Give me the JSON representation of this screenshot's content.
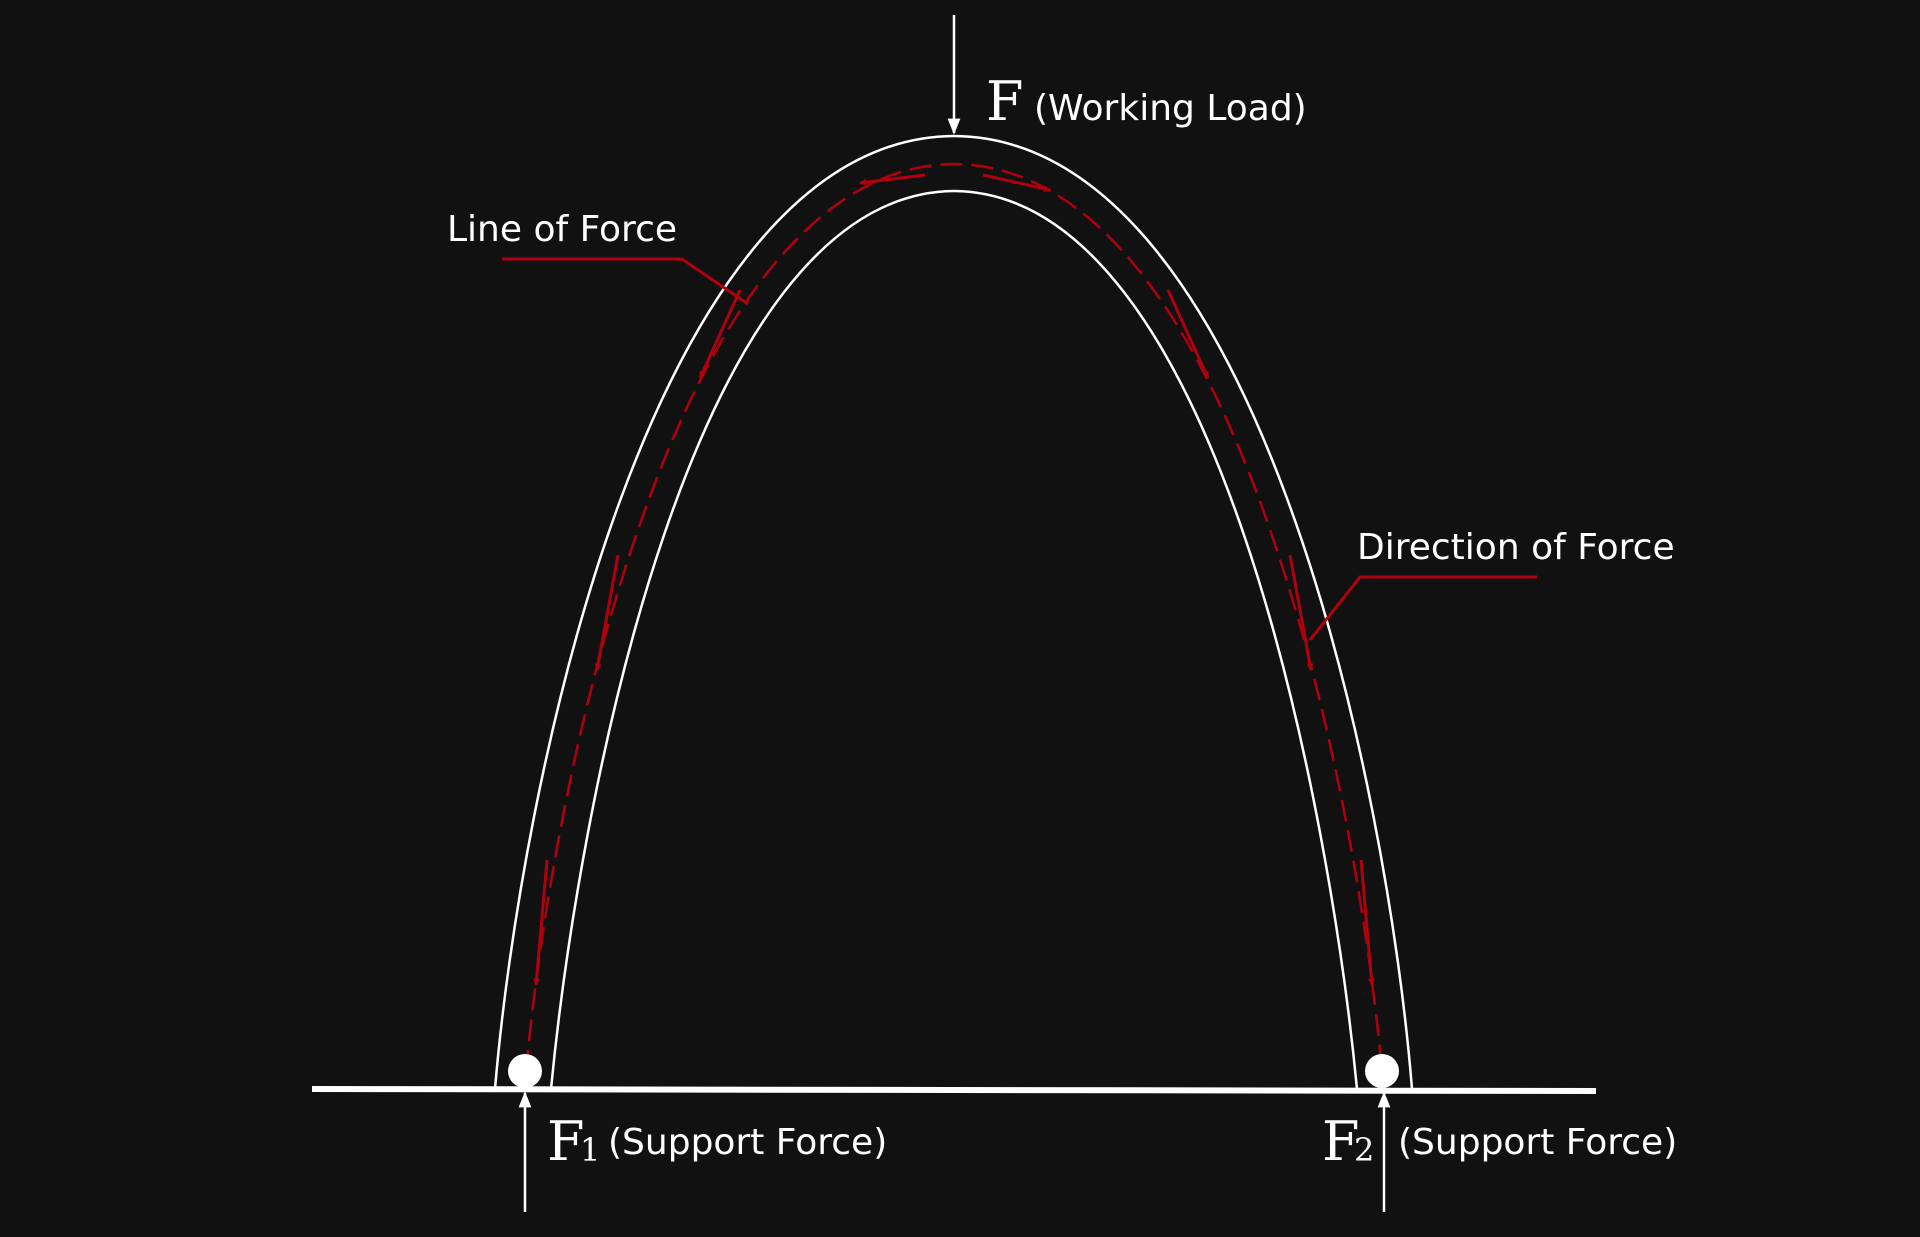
{
  "colors": {
    "background": "#111112",
    "structure": "#ffffff",
    "force_line": "#b0000f"
  },
  "load": {
    "symbol": "F",
    "label": "(Working Load)"
  },
  "support_left": {
    "symbol": "F",
    "subscript": "1",
    "label": "(Support Force)"
  },
  "support_right": {
    "symbol": "F",
    "subscript": "2",
    "label": "(Support Force)"
  },
  "callouts": {
    "line_of_force": "Line of Force",
    "direction_of_force": "Direction of Force"
  }
}
